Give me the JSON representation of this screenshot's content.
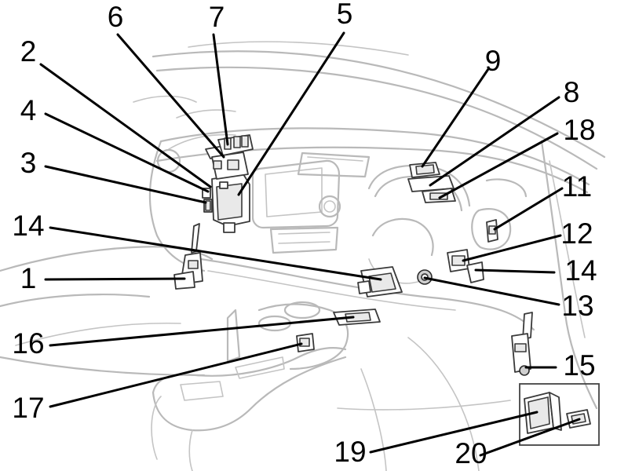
{
  "callouts": [
    {
      "id": "1",
      "label": "1"
    },
    {
      "id": "2",
      "label": "2"
    },
    {
      "id": "3",
      "label": "3"
    },
    {
      "id": "4",
      "label": "4"
    },
    {
      "id": "5",
      "label": "5"
    },
    {
      "id": "6",
      "label": "6"
    },
    {
      "id": "7",
      "label": "7"
    },
    {
      "id": "8",
      "label": "8"
    },
    {
      "id": "9",
      "label": "9"
    },
    {
      "id": "11",
      "label": "11"
    },
    {
      "id": "12",
      "label": "12"
    },
    {
      "id": "13",
      "label": "13"
    },
    {
      "id": "14a",
      "label": "14"
    },
    {
      "id": "14b",
      "label": "14"
    },
    {
      "id": "15",
      "label": "15"
    },
    {
      "id": "16",
      "label": "16"
    },
    {
      "id": "17",
      "label": "17"
    },
    {
      "id": "18",
      "label": "18"
    },
    {
      "id": "19",
      "label": "19"
    },
    {
      "id": "20",
      "label": "20"
    }
  ]
}
